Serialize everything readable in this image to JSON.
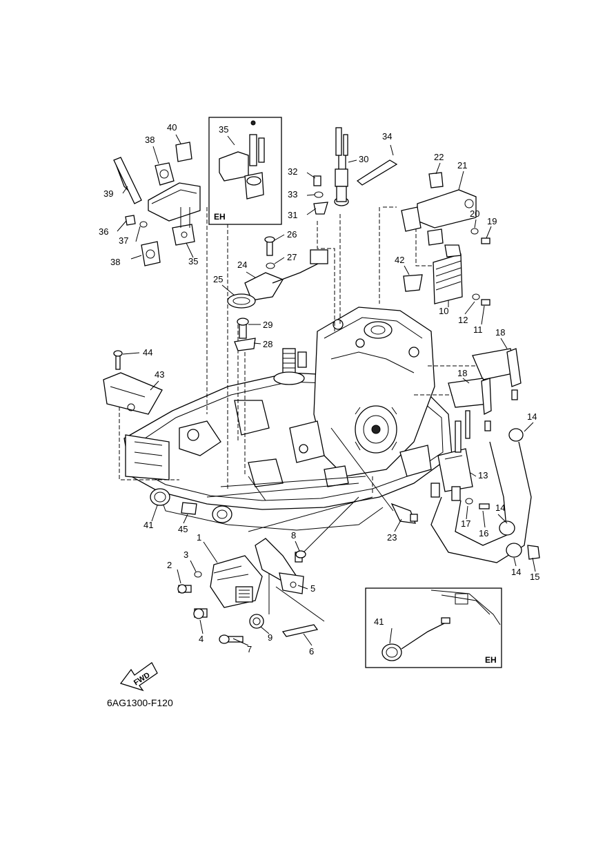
{
  "diagram_code": "6AG1300-F120",
  "fwd_label": "FWD",
  "inset_tag": "EH",
  "callouts": [
    "1",
    "2",
    "3",
    "4",
    "5",
    "6",
    "7",
    "8",
    "9",
    "10",
    "11",
    "12",
    "13",
    "14",
    "14",
    "14",
    "15",
    "16",
    "17",
    "18",
    "18",
    "19",
    "20",
    "21",
    "22",
    "23",
    "24",
    "25",
    "26",
    "27",
    "28",
    "29",
    "30",
    "31",
    "32",
    "33",
    "34",
    "35",
    "35",
    "36",
    "37",
    "38",
    "38",
    "39",
    "40",
    "41",
    "41",
    "42",
    "43",
    "44",
    "45"
  ],
  "insets": [
    {
      "tag": "EH",
      "part": "35"
    },
    {
      "tag": "EH",
      "part": "41"
    }
  ]
}
